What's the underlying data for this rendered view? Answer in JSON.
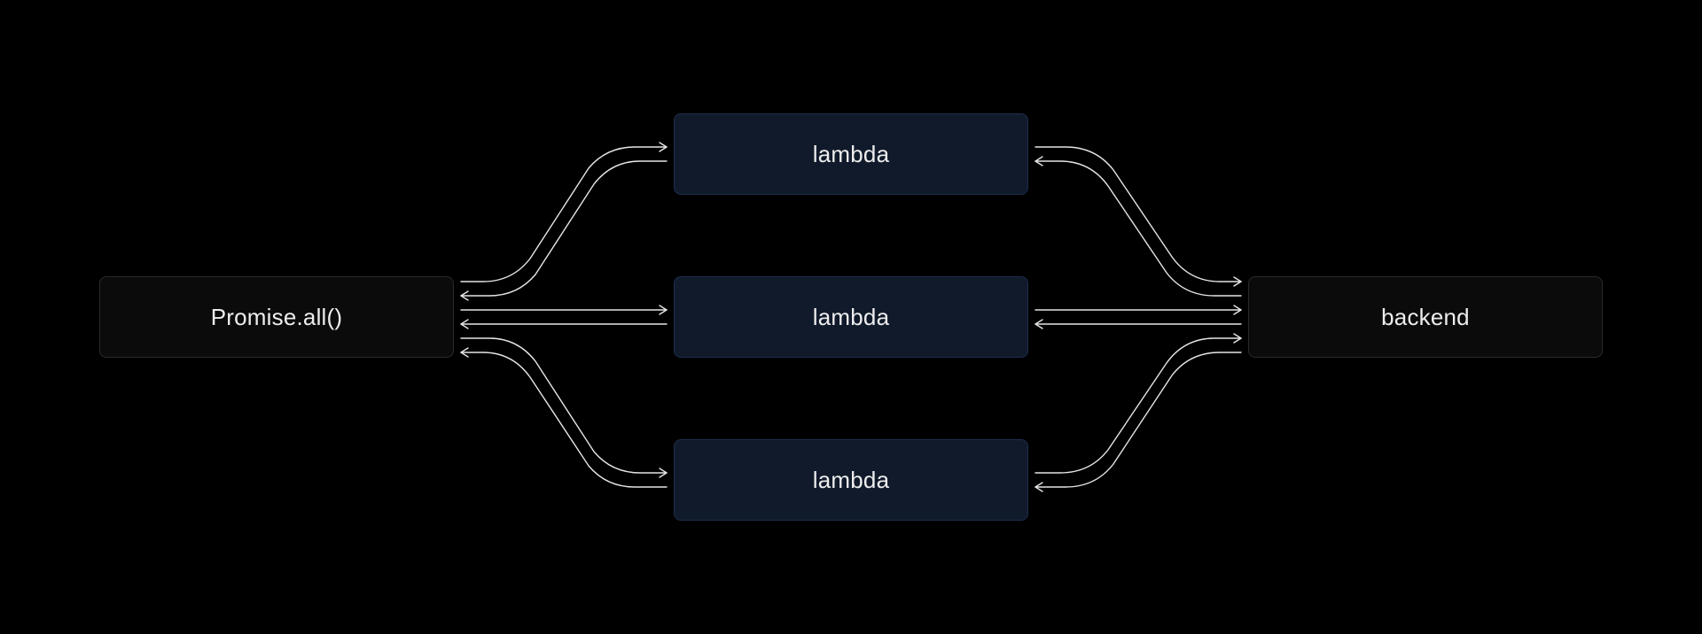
{
  "nodes": {
    "client": "Promise.all()",
    "lambdas": [
      "lambda",
      "lambda",
      "lambda"
    ],
    "server": "backend"
  },
  "colors": {
    "background": "#000000",
    "client_fill": "#0b0b0b",
    "lambda_fill": "#111a2b",
    "lambda_border": "#1c2d4d",
    "connector": "#e6e6e6",
    "text": "#ededed"
  },
  "edges": [
    {
      "from": "client",
      "to": "lambda-1"
    },
    {
      "from": "lambda-1",
      "to": "client"
    },
    {
      "from": "client",
      "to": "lambda-2"
    },
    {
      "from": "lambda-2",
      "to": "client"
    },
    {
      "from": "client",
      "to": "lambda-3"
    },
    {
      "from": "lambda-3",
      "to": "client"
    },
    {
      "from": "lambda-1",
      "to": "server"
    },
    {
      "from": "server",
      "to": "lambda-1"
    },
    {
      "from": "lambda-2",
      "to": "server"
    },
    {
      "from": "server",
      "to": "lambda-2"
    },
    {
      "from": "lambda-3",
      "to": "server"
    },
    {
      "from": "server",
      "to": "lambda-3"
    }
  ]
}
